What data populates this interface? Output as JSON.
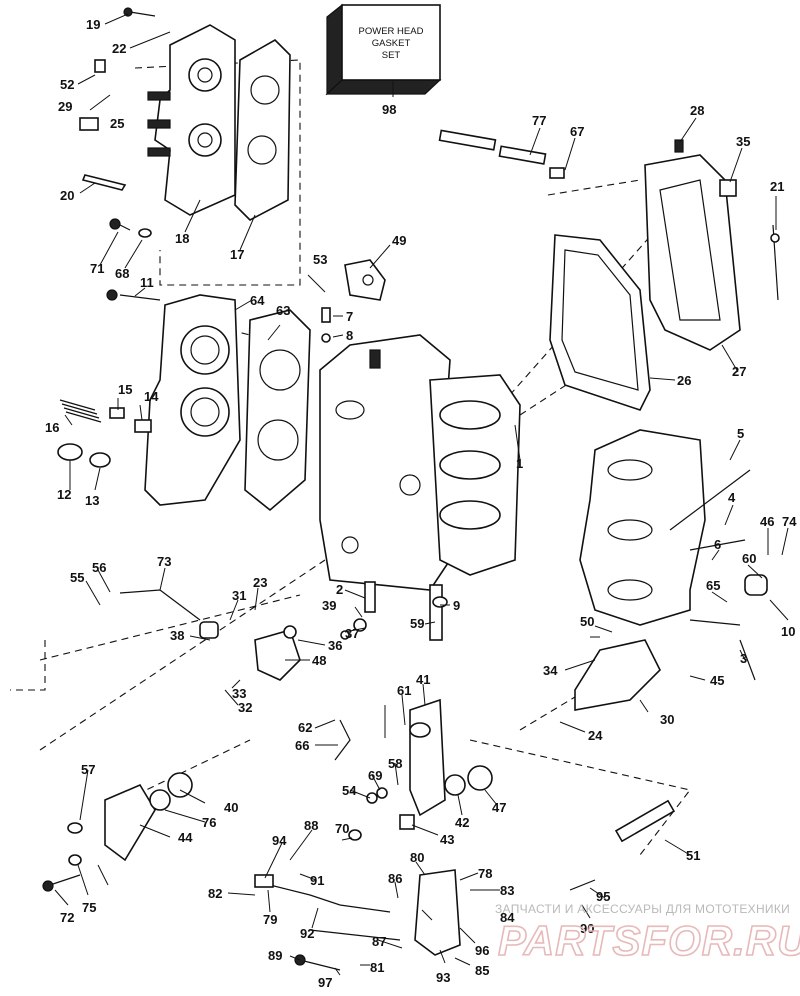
{
  "kit_box": {
    "lines": [
      "POWER HEAD",
      "GASKET",
      "SET"
    ],
    "part_number": "98"
  },
  "callouts": [
    "19",
    "22",
    "52",
    "25",
    "29",
    "20",
    "18",
    "17",
    "71",
    "68",
    "11",
    "53",
    "49",
    "7",
    "8",
    "64",
    "63",
    "16",
    "15",
    "14",
    "12",
    "13",
    "1",
    "77",
    "67",
    "28",
    "35",
    "21",
    "26",
    "27",
    "5",
    "4",
    "6",
    "46",
    "74",
    "60",
    "65",
    "50",
    "10",
    "3",
    "45",
    "34",
    "30",
    "24",
    "55",
    "56",
    "73",
    "23",
    "31",
    "39",
    "2",
    "9",
    "59",
    "38",
    "37",
    "36",
    "48",
    "33",
    "32",
    "41",
    "61",
    "62",
    "66",
    "69",
    "58",
    "54",
    "57",
    "40",
    "76",
    "44",
    "75",
    "72",
    "42",
    "47",
    "43",
    "51",
    "88",
    "94",
    "70",
    "91",
    "86",
    "80",
    "78",
    "83",
    "95",
    "82",
    "79",
    "92",
    "84",
    "96",
    "90",
    "87",
    "89",
    "97",
    "81",
    "93",
    "85"
  ],
  "watermark": {
    "caption": "ЗАПЧАСТИ И АКСЕССУАРЫ ДЛЯ МОТОТЕХНИКИ",
    "brand": "PARTSFOR.RU"
  }
}
